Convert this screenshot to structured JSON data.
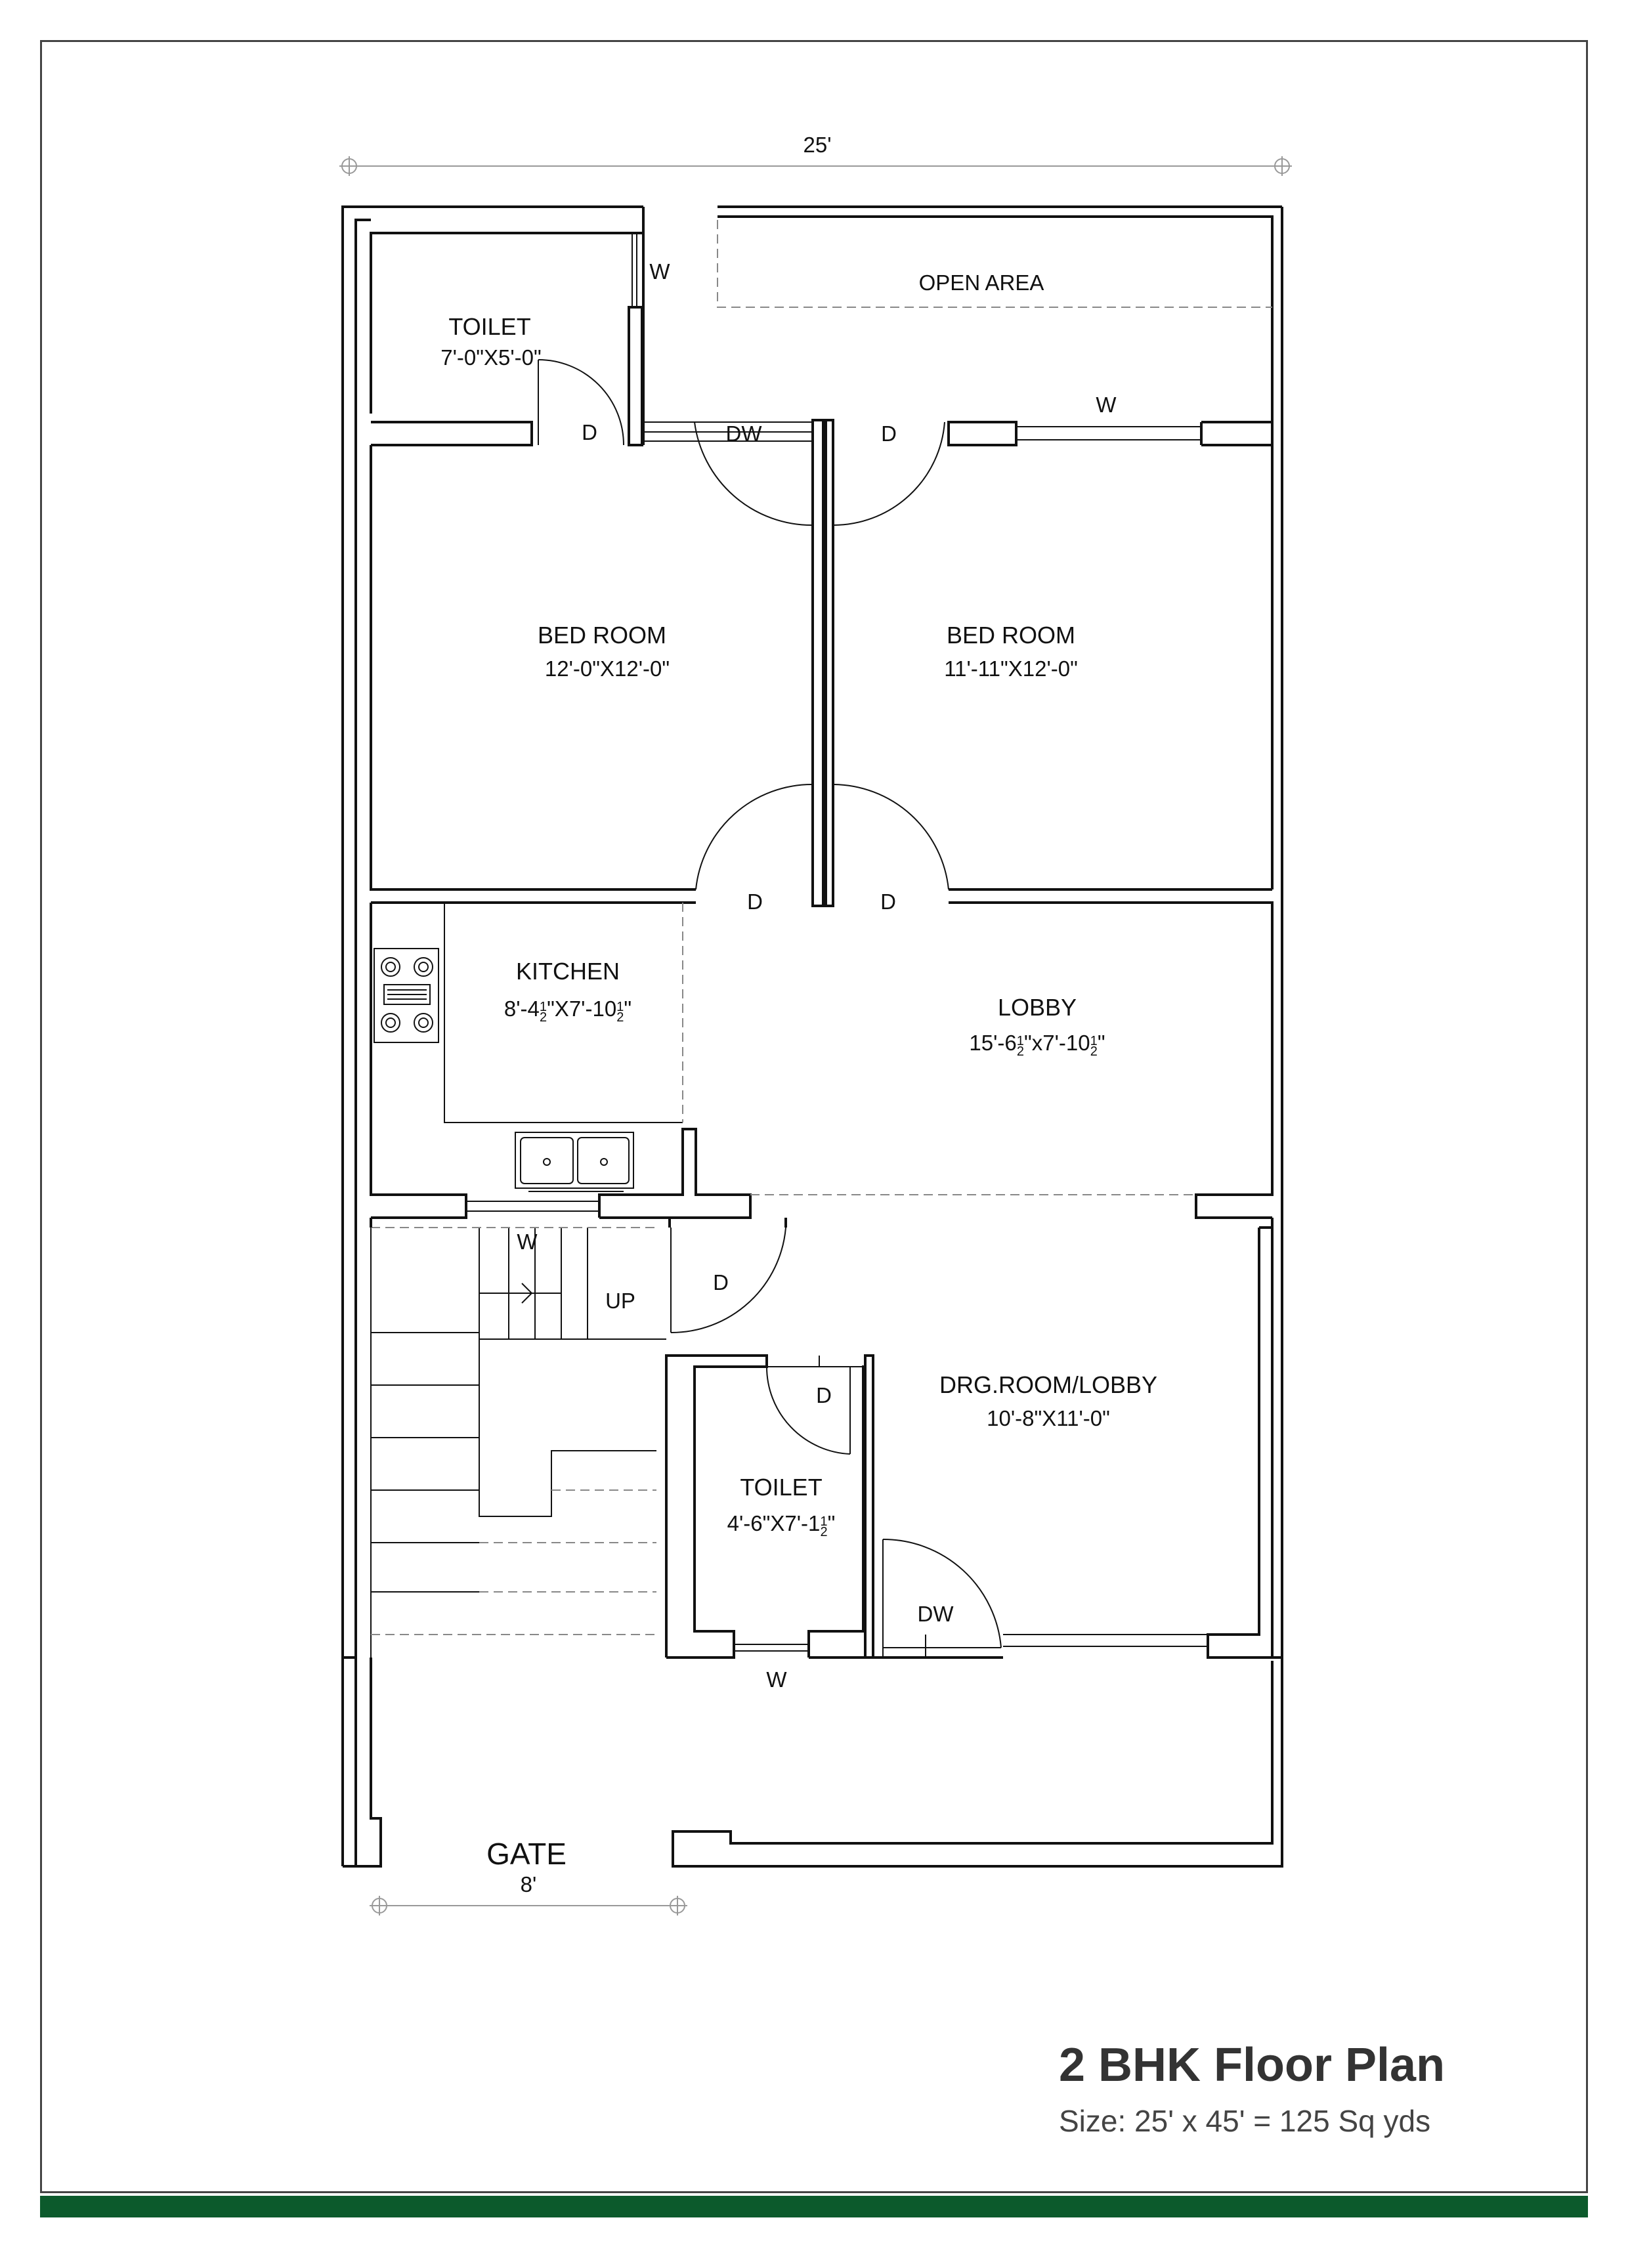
{
  "plan": {
    "overall_width": "25'",
    "open_area": "OPEN AREA",
    "rooms": {
      "toilet_top": {
        "name": "TOILET",
        "dim": "7'-0\"X5'-0\""
      },
      "bed_left": {
        "name": "BED ROOM",
        "dim": "12'-0\"X12'-0\""
      },
      "bed_right": {
        "name": "BED ROOM",
        "dim": "11'-11\"X12'-0\""
      },
      "kitchen": {
        "name": "KITCHEN",
        "dim_a": "8'-4",
        "dim_b": "\"X7'-10",
        "dim_end": "\""
      },
      "lobby": {
        "name": "LOBBY",
        "dim_a": "15'-6",
        "dim_b": "\"x7'-10",
        "dim_end": "\""
      },
      "drawing": {
        "name": "DRG.ROOM/LOBBY",
        "dim": "10'-8\"X11'-0\""
      },
      "toilet_bottom": {
        "name": "TOILET",
        "dim_a": "4'-6\"X7'-1",
        "dim_end": "\""
      }
    },
    "fraction_num": "1",
    "fraction_den": "2",
    "marks": {
      "door": "D",
      "window": "W",
      "door_window": "DW",
      "stair_up": "UP"
    },
    "gate": {
      "label": "GATE",
      "width": "8'"
    }
  },
  "title": {
    "heading": "2 BHK Floor Plan",
    "size": "Size: 25' x 45' = 125 Sq yds"
  },
  "colors": {
    "wall": "#111111",
    "accent_band": "#0c5a2c",
    "frame": "#444444"
  }
}
